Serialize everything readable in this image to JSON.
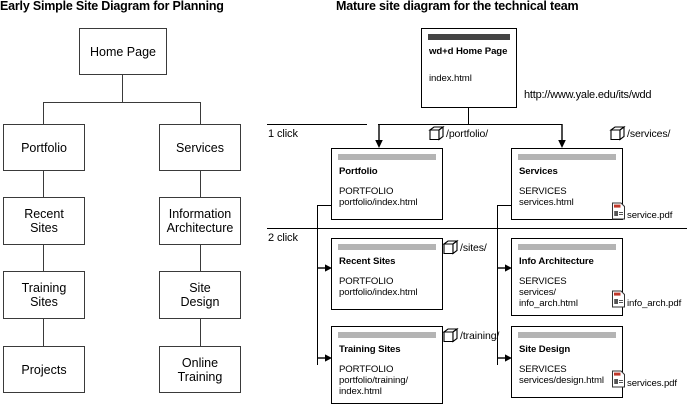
{
  "titles": {
    "left": "Early Simple Site Diagram for Planning",
    "right": "Mature site diagram for the technical team"
  },
  "simple_diagram": {
    "root": {
      "label": "Home Page"
    },
    "columns": [
      {
        "nodes": [
          {
            "label": "Portfolio"
          },
          {
            "label": "Recent\nSites",
            "line1": "Recent",
            "line2": "Sites"
          },
          {
            "label": "Training\nSites",
            "line1": "Training",
            "line2": "Sites"
          },
          {
            "label": "Projects"
          }
        ]
      },
      {
        "nodes": [
          {
            "label": "Services"
          },
          {
            "label": "Information Architecture",
            "line1": "Information",
            "line2": "Architecture"
          },
          {
            "label": "Site Design",
            "line1": "Site",
            "line2": "Design"
          },
          {
            "label": "Online Training",
            "line1": "Online",
            "line2": "Training"
          }
        ]
      }
    ]
  },
  "mature_diagram": {
    "home": {
      "name": "wd+d Home Page",
      "file": "index.html",
      "bar_color": "#444444"
    },
    "root_url": "http://www.yale.edu/its/wdd",
    "levels": [
      {
        "label": "1 click"
      },
      {
        "label": "2 click"
      }
    ],
    "cards": [
      {
        "name": "Portfolio",
        "template": "PORTFOLIO",
        "path": "portfolio/index.html",
        "bar_color": "#b4b4b4"
      },
      {
        "name": "Services",
        "template": "SERVICES",
        "path": "services.html",
        "bar_color": "#b4b4b4"
      },
      {
        "name": "Recent Sites",
        "template": "PORTFOLIO",
        "path": "portfolio/index.html",
        "bar_color": "#b4b4b4"
      },
      {
        "name": "Info Architecture",
        "template": "SERVICES",
        "path": "services/",
        "path2": "info_arch.html",
        "bar_color": "#b4b4b4"
      },
      {
        "name": "Training Sites",
        "template": "PORTFOLIO",
        "path": "portfolio/training/",
        "path2": "index.html",
        "bar_color": "#b4b4b4"
      },
      {
        "name": "Site Design",
        "template": "SERVICES",
        "path": "services/design.html",
        "bar_color": "#b4b4b4"
      }
    ],
    "folders": [
      {
        "label": "/portfolio/"
      },
      {
        "label": "/services/"
      },
      {
        "label": "/sites/"
      },
      {
        "label": "/training/"
      }
    ],
    "pdfs": [
      {
        "label": "service.pdf"
      },
      {
        "label": "info_arch.pdf"
      },
      {
        "label": "services.pdf"
      }
    ]
  },
  "colors": {
    "title_bar_dark": "#444444",
    "title_bar_gray": "#b4b4b4",
    "stroke": "#000000",
    "simple_stroke": "#3a3a3a",
    "pdf_accent": "#c0392b"
  }
}
